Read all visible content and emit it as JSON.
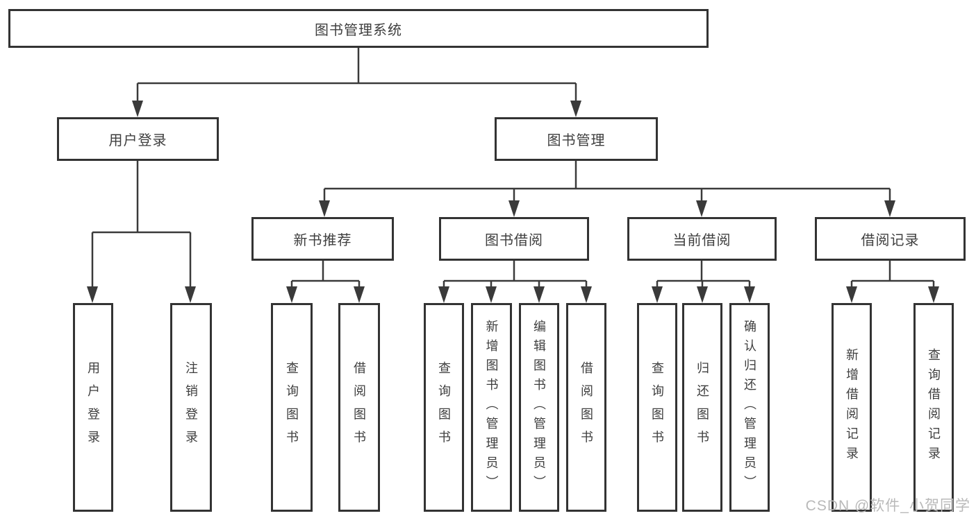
{
  "title": "图书管理系统",
  "watermark": "CSDN @软件_小贺同学",
  "colors": {
    "background": "#ffffff",
    "box_border": "#333333",
    "line": "#3a3a3a",
    "text": "#3e3e3e",
    "watermark": "#b9b9b9"
  },
  "root": {
    "label": "图书管理系统"
  },
  "branches": {
    "user": {
      "label": "用户登录",
      "children": {
        "login": {
          "label": "用户登录"
        },
        "logout": {
          "label": "注销登录"
        }
      }
    },
    "book": {
      "label": "图书管理",
      "sub": {
        "recommend": {
          "label": "新书推荐",
          "children": {
            "query": {
              "label": "查询图书"
            },
            "borrow": {
              "label": "借阅图书"
            }
          }
        },
        "borrowing": {
          "label": "图书借阅",
          "children": {
            "query": {
              "label": "查询图书"
            },
            "add": {
              "label": "新增图书（管理员）"
            },
            "edit": {
              "label": "编辑图书（管理员）"
            },
            "borrow": {
              "label": "借阅图书"
            }
          }
        },
        "current": {
          "label": "当前借阅",
          "children": {
            "query": {
              "label": "查询图书"
            },
            "return": {
              "label": "归还图书"
            },
            "confirm": {
              "label": "确认归还（管理员）"
            }
          }
        },
        "records": {
          "label": "借阅记录",
          "children": {
            "add": {
              "label": "新增借阅记录"
            },
            "query": {
              "label": "查询借阅记录"
            }
          }
        }
      }
    }
  }
}
